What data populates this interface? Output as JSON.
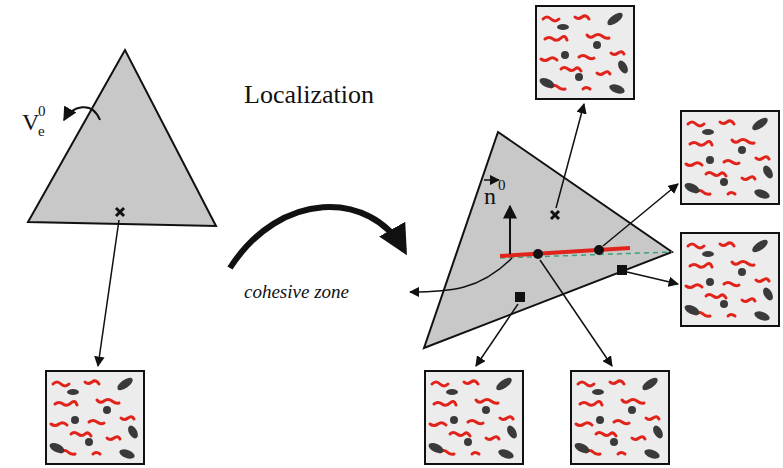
{
  "diagram": {
    "labels": [
      "V",
      "e",
      "0",
      "Localization",
      "n",
      "0",
      "cohesive zone"
    ]
  }
}
